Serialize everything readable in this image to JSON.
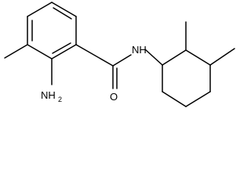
{
  "molecule": {
    "atoms": {
      "amine_N": "NH",
      "amine_sub": "2",
      "amide_NH": "NH",
      "carbonyl_O": "O"
    }
  },
  "colors": {
    "bond": "#000000",
    "background": "#ffffff"
  }
}
